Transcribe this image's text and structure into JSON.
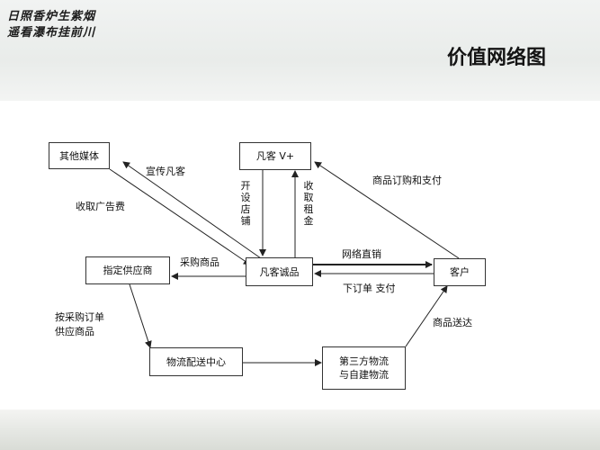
{
  "header": {
    "poem_line1": "日照香炉生紫烟",
    "poem_line2": "遥看瀑布挂前川",
    "title": "价值网络图"
  },
  "nodes": {
    "other_media": "其他媒体",
    "fanke_vplus": "凡客 V+",
    "fanke_chengpin": "凡客诚品",
    "designated_supplier": "指定供应商",
    "customer": "客户",
    "logistics_center": "物流配送中心",
    "third_party_logistics_line1": "第三方物流",
    "third_party_logistics_line2": "与自建物流"
  },
  "edges": {
    "promote_fanke": "宣传凡客",
    "collect_ad_fee": "收取广告费",
    "open_store": "开设店铺",
    "collect_rent": "收取租金",
    "order_and_pay": "商品订购和支付",
    "purchase_goods": "采购商品",
    "online_direct_sales": "网络直销",
    "order_pay": "下订单 支付",
    "per_purchase_order_line1": "按采购订单",
    "per_purchase_order_line2": "供应商品",
    "goods_delivery": "商品送达"
  }
}
